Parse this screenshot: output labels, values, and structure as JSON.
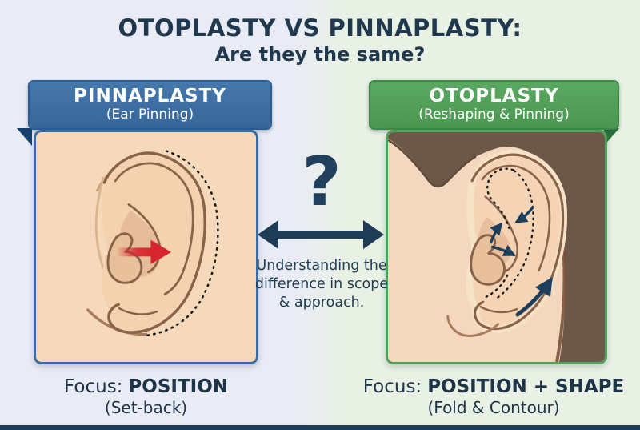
{
  "title": {
    "line1": "OTOPLASTY VS PINNAPLASTY:",
    "line2": "Are they the same?"
  },
  "left_panel": {
    "header": "PINNAPLASTY",
    "subheader": "(Ear Pinning)",
    "focus_prefix": "Focus:",
    "focus_term": "POSITION",
    "focus_note": "(Set-back)",
    "illustration": "protruding-ear-with-red-setback-arrow-and-dotted-original-outline"
  },
  "right_panel": {
    "header": "OTOPLASTY",
    "subheader": "(Reshaping & Pinning)",
    "focus_prefix": "Focus:",
    "focus_term": "POSITION + SHAPE",
    "focus_note": "(Fold & Contour)",
    "illustration": "ear-with-dotted-fold-lines-and-navy-contour-arrows"
  },
  "connector": {
    "question_mark": "?",
    "caption_lines": [
      "Understanding the",
      "difference in scope",
      "& approach."
    ]
  },
  "icons": {
    "question_mark": "question-mark-icon",
    "double_arrow": "double-headed-arrow-icon",
    "setback_arrow": "red-setback-arrow-icon",
    "fold_arrows": "navy-fold-arrow-icons"
  },
  "colors": {
    "navy_text": "#20394e",
    "left_bg": "#e9ecf5",
    "right_bg": "#e9f1e4",
    "blue_header": "#3f70a6",
    "green_header": "#52a159",
    "panel_skin": "#f6d9ba",
    "hair_brown": "#6d5748",
    "ear_outline": "#8a6248",
    "red_arrow": "#d8252f",
    "navy_arrow": "#1e3f5c",
    "bottom_bar": "#1e3c55"
  }
}
